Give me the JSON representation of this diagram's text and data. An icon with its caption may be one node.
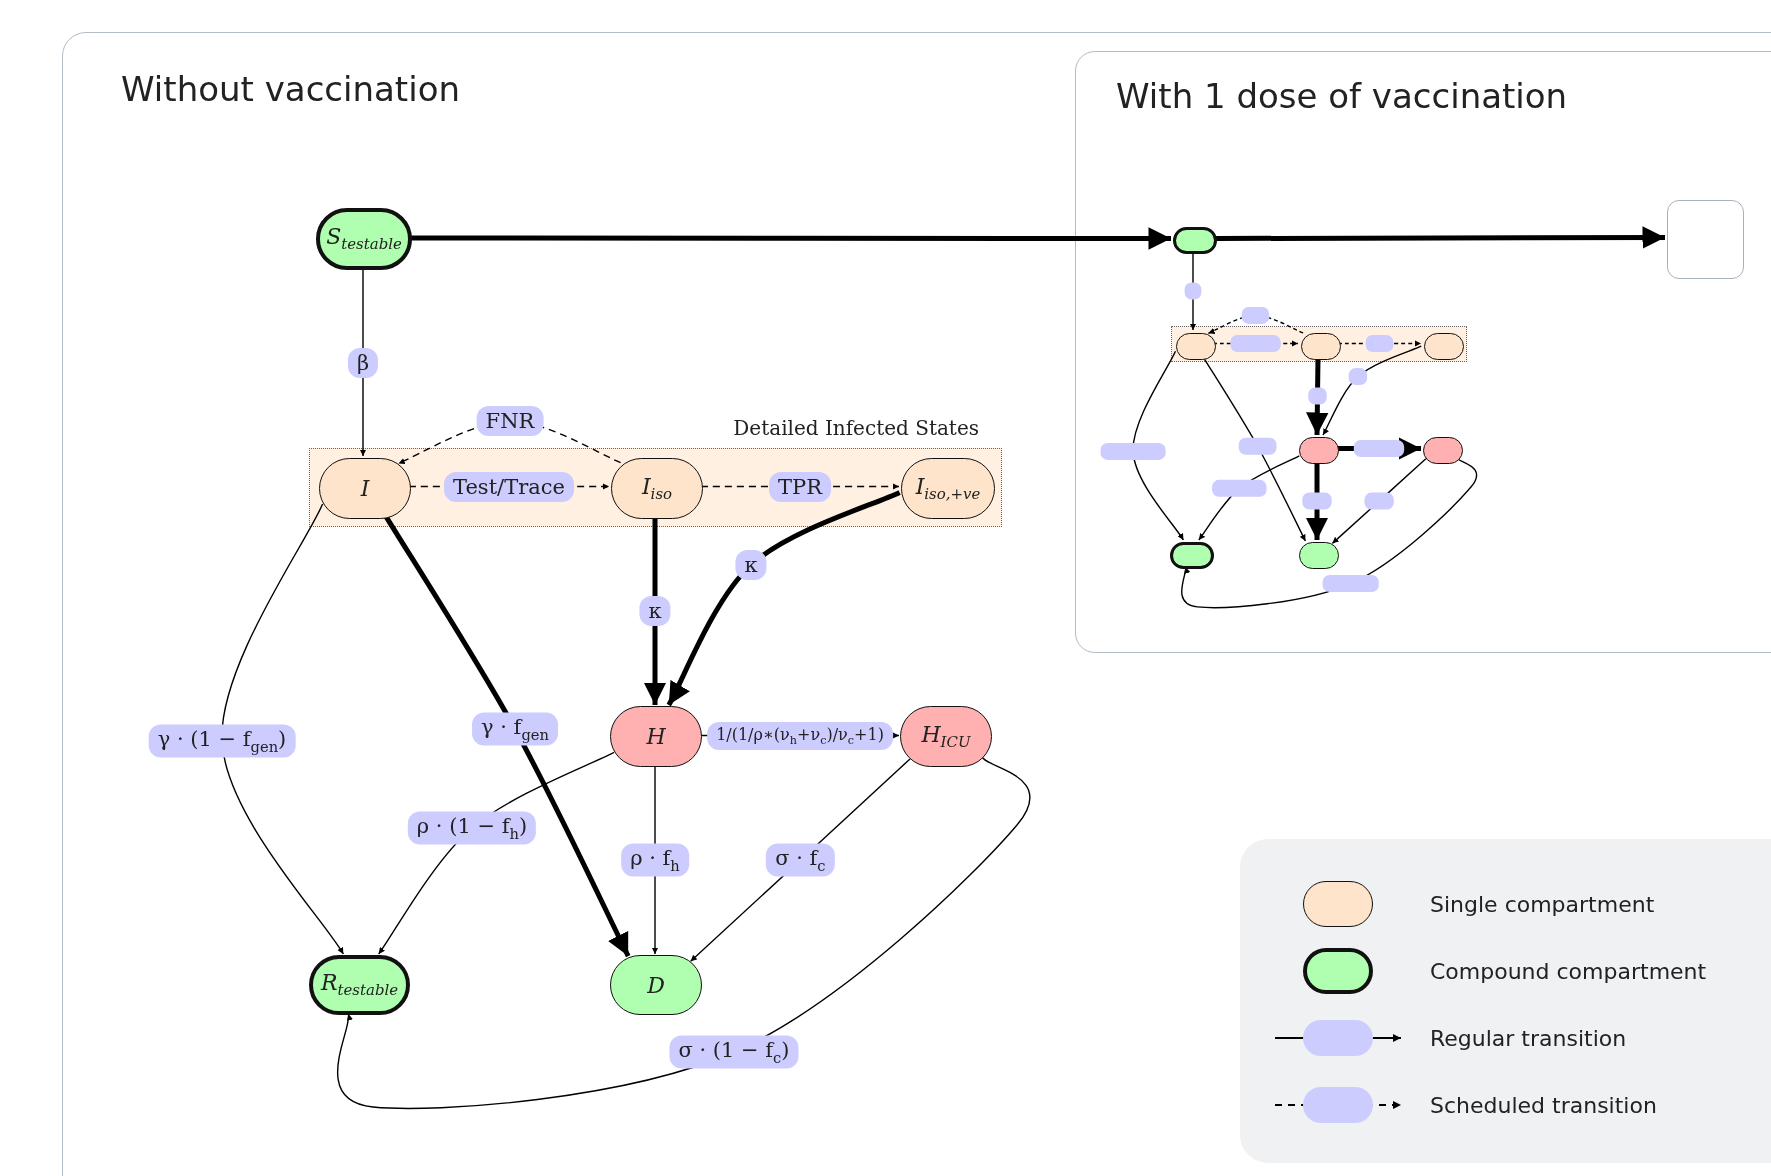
{
  "diagram": {
    "nodes": [
      {
        "text": [
          "Without vaccination"
        ]
      },
      {
        "text": [
          "S$_{testable}$"
        ],
        "in": 0
      },
      {
        "text": [
          "Detailed Infected States"
        ],
        "in": 0
      },
      {
        "text": [
          "I"
        ],
        "in": 2
      },
      {
        "text": [
          "I$_{iso}$"
        ],
        "in": 2
      },
      {
        "text": [
          "I$_{iso,+ve}$"
        ],
        "in": 2
      },
      {
        "text": [
          "H"
        ],
        "in": 0
      },
      {
        "text": [
          "H$_{ICU}$"
        ],
        "in": 0
      },
      {
        "text": [
          "R$_{testable}$"
        ],
        "in": 0
      },
      {
        "text": [
          "D"
        ],
        "in": 0
      },
      {
        "text": [
          "With 1 dose of vaccination"
        ],
        "in": 0
      },
      {
        "text": [],
        "shape": "box",
        "in": 10
      },
      {
        "text": [],
        "shape": "box",
        "in": 10
      },
      {
        "text": [],
        "shape": "box",
        "in": 10
      },
      {
        "text": [],
        "shape": "box",
        "in": 13
      },
      {
        "text": [],
        "shape": "box",
        "in": 13
      },
      {
        "text": [],
        "shape": "box",
        "in": 13
      },
      {
        "text": [],
        "shape": "box",
        "in": 10
      },
      {
        "text": [],
        "shape": "box",
        "in": 10
      },
      {
        "text": [],
        "shape": "box",
        "in": 10
      },
      {
        "text": [],
        "shape": "box",
        "in": 10
      }
    ],
    "edges": [
      {
        "from": 1,
        "to": 3,
        "arrow": "to",
        "label": "β"
      },
      {
        "from": 3,
        "to": 4,
        "arrow": "to",
        "label": "Test/Trace",
        "style": "dashed"
      },
      {
        "from": 4,
        "to": 3,
        "arrow": "to",
        "label": "FNR",
        "style": "dashed"
      },
      {
        "from": 4,
        "to": 5,
        "arrow": "to",
        "label": "TPR",
        "style": "dashed"
      },
      {
        "from": 4,
        "to": 6,
        "arrow": "to",
        "label": "κ",
        "style": "thick"
      },
      {
        "from": 5,
        "to": 6,
        "arrow": "to",
        "label": "κ",
        "style": "thick"
      },
      {
        "from": 3,
        "to": 9,
        "arrow": "to",
        "label": "γ · f$_{gen}$",
        "style": "thick"
      },
      {
        "from": 3,
        "to": 8,
        "arrow": "to",
        "label": "γ · (1 − f$_{gen}$)"
      },
      {
        "from": 6,
        "to": 7,
        "arrow": "to",
        "label": "1/(1/ρ∗(ν$_{h}$+ν$_{c}$)/ν$_{c}$+1)"
      },
      {
        "from": 6,
        "to": 8,
        "arrow": "to",
        "label": "ρ · (1 − f$_{h}$)"
      },
      {
        "from": 6,
        "to": 9,
        "arrow": "to",
        "label": "ρ · f$_{h}$"
      },
      {
        "from": 7,
        "to": 9,
        "arrow": "to",
        "label": "σ · f$_{c}$"
      },
      {
        "from": 7,
        "to": 8,
        "arrow": "to",
        "label": "σ · (1 − f$_{c}$)"
      },
      {
        "from": 1,
        "to": 11,
        "arrow": "to",
        "style": "thick"
      },
      {
        "from": 11,
        "to": 12,
        "arrow": "to",
        "style": "thick"
      },
      {
        "from": 11,
        "to": 14,
        "arrow": "to"
      },
      {
        "from": 14,
        "to": 15,
        "arrow": "to",
        "style": "dashed"
      },
      {
        "from": 15,
        "to": 14,
        "arrow": "to",
        "style": "dashed"
      },
      {
        "from": 15,
        "to": 16,
        "arrow": "to",
        "style": "dashed"
      },
      {
        "from": 15,
        "to": 17,
        "arrow": "to",
        "style": "thick"
      },
      {
        "from": 16,
        "to": 17,
        "arrow": "to"
      },
      {
        "from": 14,
        "to": 20,
        "arrow": "to"
      },
      {
        "from": 14,
        "to": 19,
        "arrow": "to"
      },
      {
        "from": 17,
        "to": 18,
        "arrow": "to",
        "style": "thick"
      },
      {
        "from": 17,
        "to": 19,
        "arrow": "to"
      },
      {
        "from": 17,
        "to": 20,
        "arrow": "to",
        "style": "thick"
      },
      {
        "from": 18,
        "to": 20,
        "arrow": "to"
      },
      {
        "from": 18,
        "to": 19,
        "arrow": "to"
      }
    ],
    "legend": [
      {
        "text": "Single compartment",
        "color": "#ffe4cc"
      },
      {
        "text": "Compound compartment",
        "color": "#b0ffb0"
      },
      {
        "text": "Regular transition"
      },
      {
        "text": "Scheduled transition"
      }
    ]
  }
}
